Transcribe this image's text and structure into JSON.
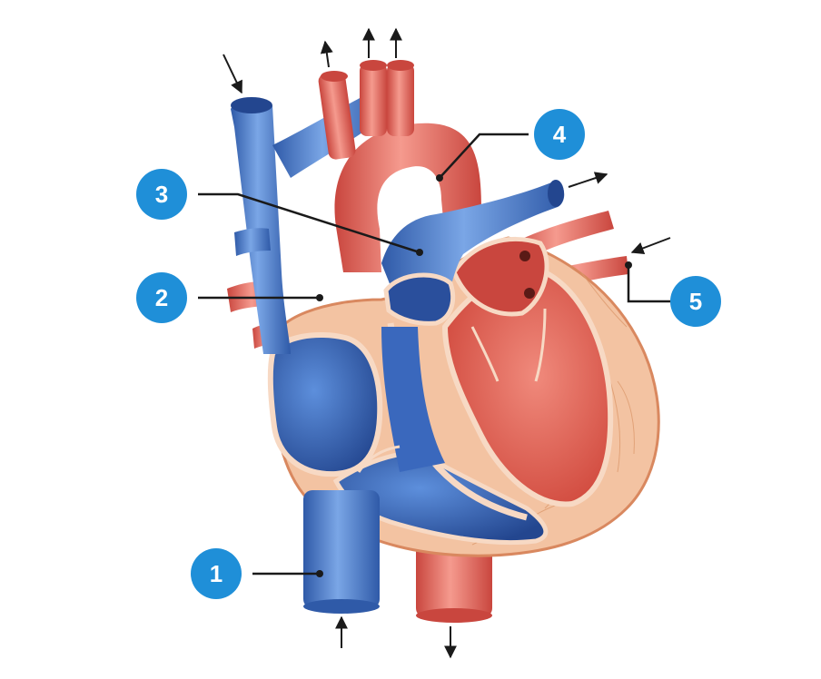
{
  "diagram": {
    "colors": {
      "vein_blue": "#4a7fd0",
      "vein_dark": "#2f5aa8",
      "artery_red": "#e4675c",
      "artery_dark": "#c9463e",
      "muscle_peach": "#f3c3a2",
      "badge_blue": "#1f8fd8",
      "arrow": "#1a1a1a"
    },
    "callouts": [
      {
        "id": "1",
        "label": "1"
      },
      {
        "id": "2",
        "label": "2"
      },
      {
        "id": "3",
        "label": "3"
      },
      {
        "id": "4",
        "label": "4"
      },
      {
        "id": "5",
        "label": "5"
      }
    ]
  }
}
